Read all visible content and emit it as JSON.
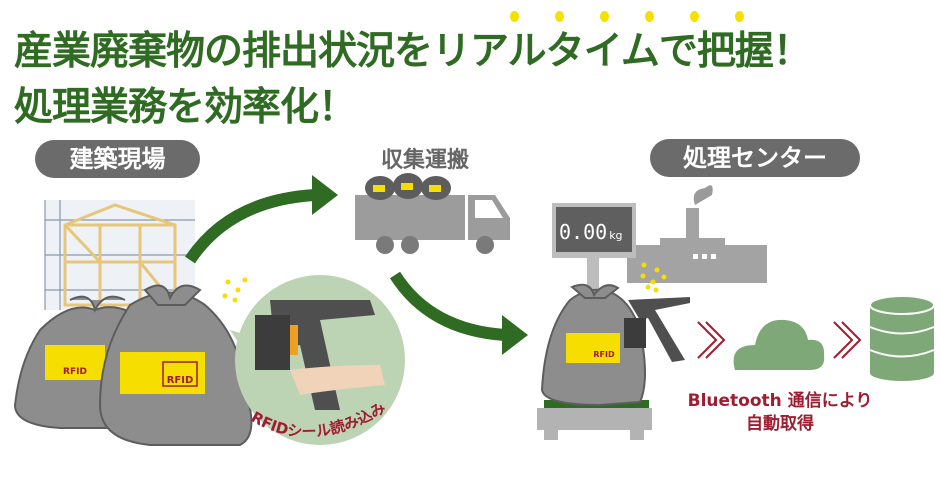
{
  "headline": {
    "line1": "産業廃棄物の排出状況をリアルタイムで把握！",
    "line2": "処理業務を効率化！",
    "emphasis_dot_color": "#f5e000",
    "text_color": "#2f6b22"
  },
  "stages": {
    "construction_site": "建築現場",
    "collection": "収集運搬",
    "processing_center": "処理センター"
  },
  "tags": {
    "rfid_label": "RFID"
  },
  "scale": {
    "reading": "0.00",
    "unit": "kg"
  },
  "captions": {
    "rfid_read": "RFIDシール読み込み",
    "bluetooth_line1": "Bluetooth 通信により",
    "bluetooth_line2": "自動取得"
  },
  "icons": [
    "building-frame-icon",
    "garbage-bag-icon",
    "rfid-reader-icon",
    "truck-icon",
    "scale-icon",
    "factory-icon",
    "cloud-icon",
    "database-icon",
    "double-chevron-icon",
    "curved-arrow-icon"
  ],
  "colors": {
    "arrow_green": "#2f6b22",
    "accent_red": "#a01c30",
    "cloud_green": "#7fa878",
    "tag_yellow": "#f5de00"
  }
}
